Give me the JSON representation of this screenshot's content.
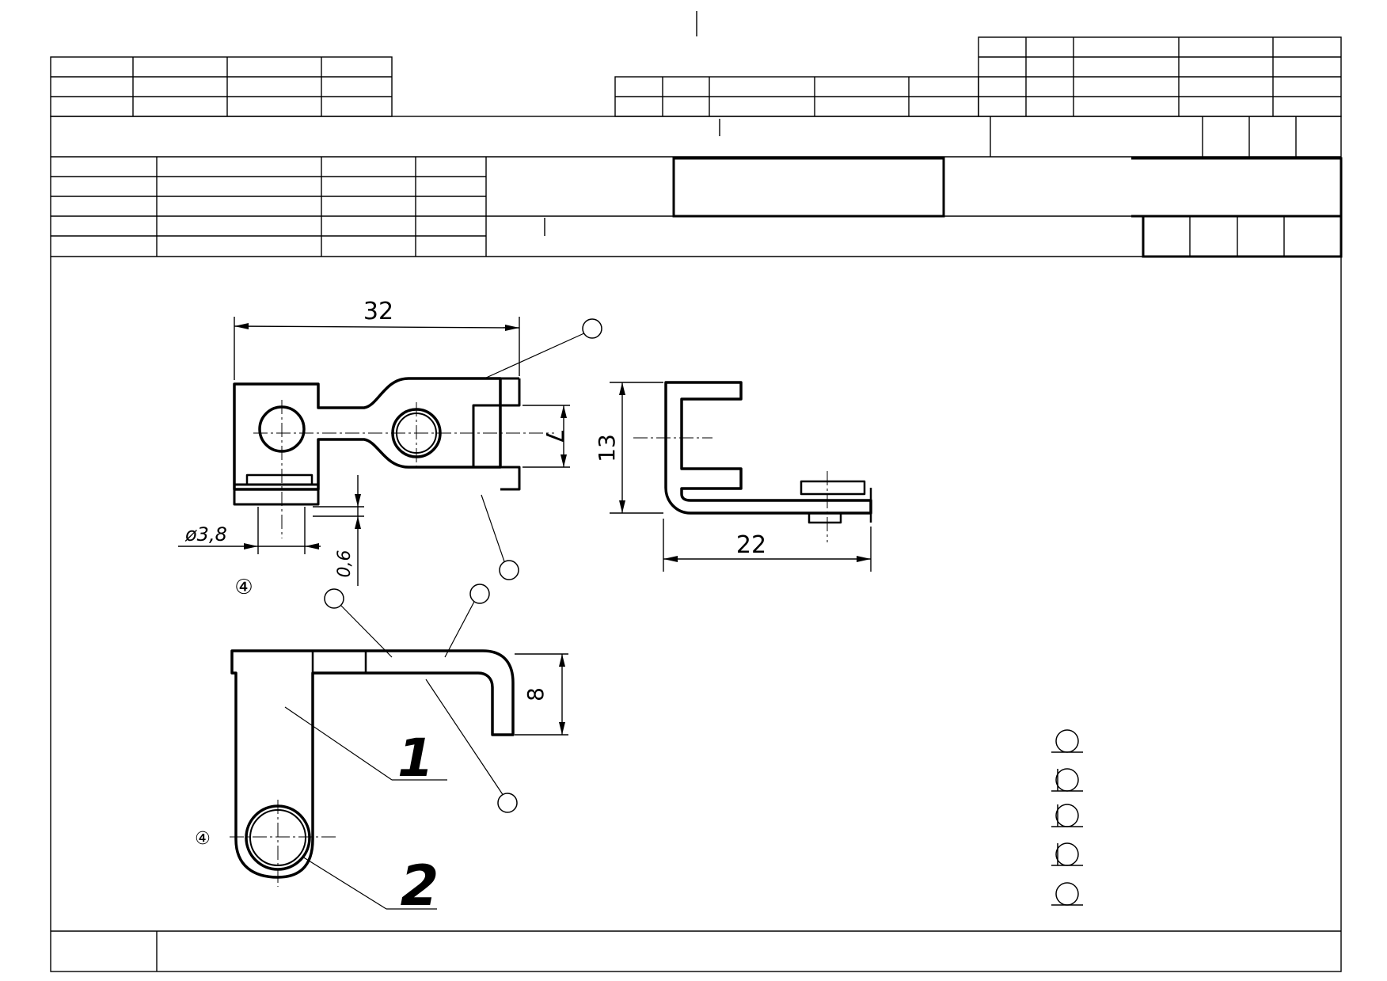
{
  "drawing": {
    "dimensions": {
      "width_overall": "32",
      "slot_width": "7",
      "height_side": "13",
      "length_side": "22",
      "hole_diameter": "ø3,8",
      "thickness": "0,6",
      "bend_height": "8"
    },
    "position_numbers": {
      "part_1": "1",
      "part_2": "2"
    },
    "view_marks": {
      "top_view": "④",
      "bottom_view": "④"
    }
  }
}
